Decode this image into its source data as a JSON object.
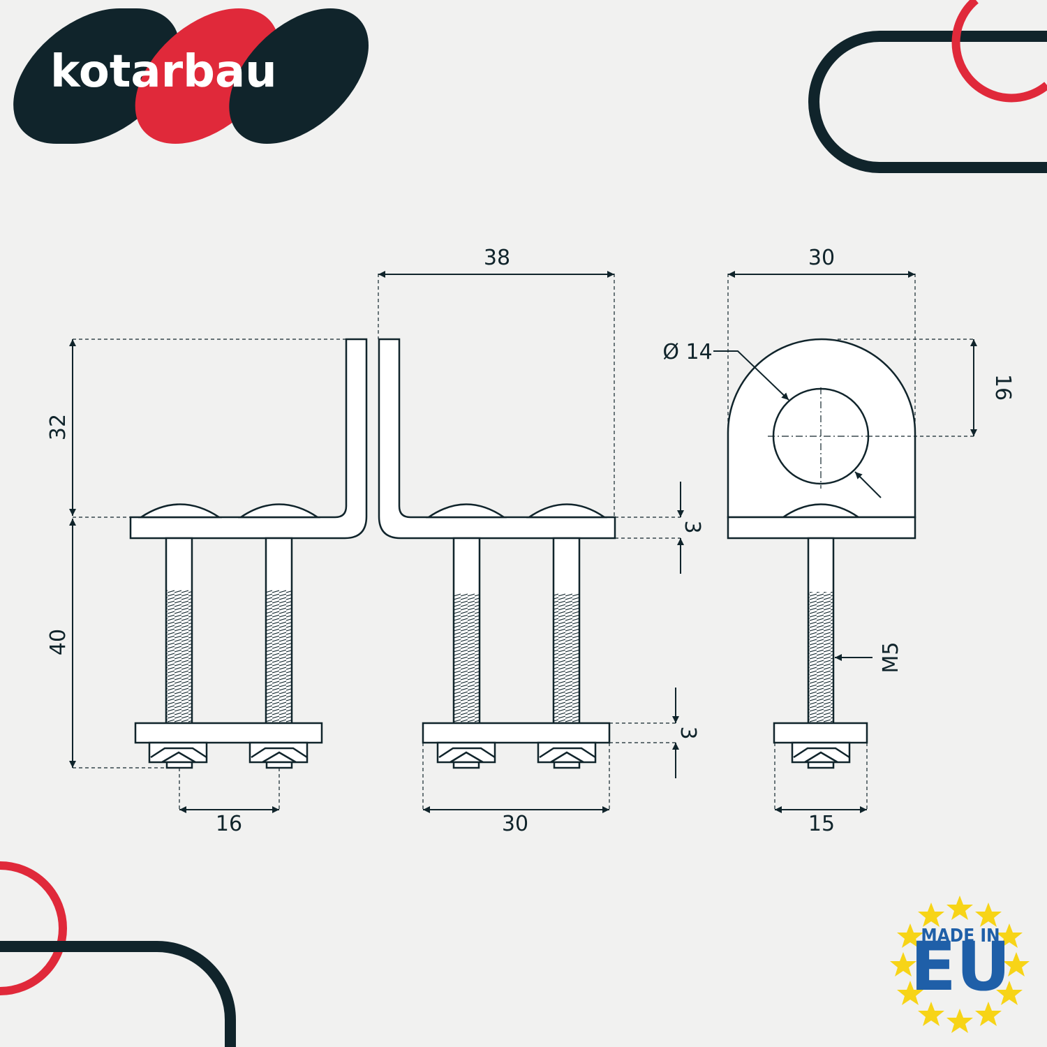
{
  "brand": {
    "name": "kotarbau"
  },
  "badge": {
    "line1": "MADE IN",
    "line2": "EU"
  },
  "dimensions": {
    "top_width_a": "38",
    "top_width_b": "30",
    "height_upper": "32",
    "height_lower": "40",
    "plate_thickness_top": "3",
    "plate_thickness_bottom": "3",
    "hole_diameter": "Ø 14",
    "hole_offset": "16",
    "bolt_spacing": "16",
    "bottom_plate_width": "30",
    "side_plate_width": "15",
    "thread": "M5"
  },
  "colors": {
    "dark": "#10242b",
    "red": "#e0293a",
    "badge_blue": "#1f5fa8",
    "star_yellow": "#f7d417"
  }
}
